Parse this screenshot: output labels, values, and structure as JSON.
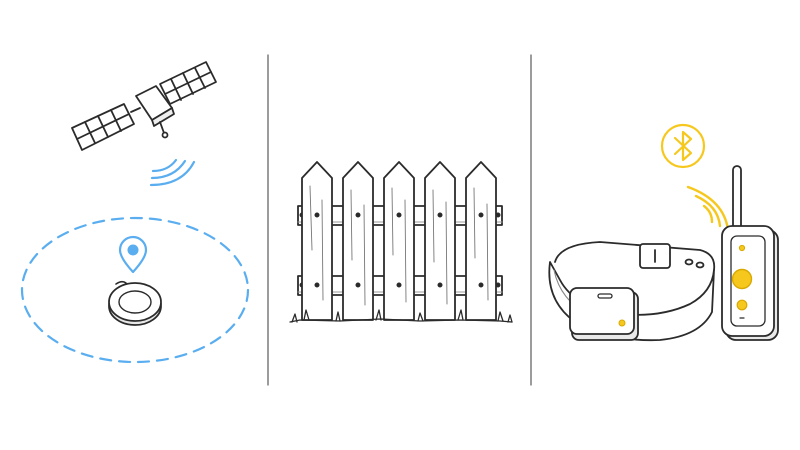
{
  "colors": {
    "background": "#ffffff",
    "line": "#2b2b2b",
    "divider": "#555555",
    "gps_blue": "#5aaef0",
    "gps_blue_fill": "#cfe6fb",
    "accent_yellow": "#f6c81e",
    "accent_yellow_dark": "#d9a900",
    "wood_shadow": "#e9e9e9"
  },
  "panels": [
    {
      "id": "gps-tracker",
      "icons": [
        "satellite-icon",
        "signal-waves-icon",
        "location-pin-icon",
        "tracker-tag-icon",
        "geofence-ellipse"
      ]
    },
    {
      "id": "fence",
      "icons": [
        "picket-fence-icon",
        "grass-icon"
      ]
    },
    {
      "id": "training-collar",
      "icons": [
        "bluetooth-icon",
        "wifi-signal-icon",
        "collar-icon",
        "remote-transmitter-icon"
      ]
    }
  ]
}
